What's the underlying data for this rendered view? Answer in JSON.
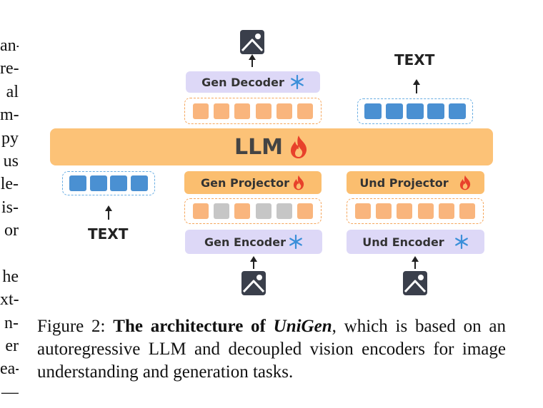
{
  "left_column_fragments": [
    "an-",
    "re-",
    "al",
    "m-",
    "py",
    "us",
    "le-",
    "is-",
    "or",
    "",
    "he",
    "xt-",
    "n-",
    "er",
    "ea-",
    "—"
  ],
  "figure": {
    "llm_label": "LLM",
    "gen_decoder_label": "Gen Decoder",
    "gen_projector_label": "Gen Projector",
    "und_projector_label": "Und Projector",
    "gen_encoder_label": "Gen Encoder",
    "und_encoder_label": "Und Encoder",
    "text_output_label": "TEXT",
    "text_input_label": "TEXT",
    "gen_decoder_tokens": [
      "orange",
      "orange",
      "orange",
      "orange",
      "orange",
      "orange"
    ],
    "text_output_tokens": [
      "blue",
      "blue",
      "blue",
      "blue",
      "blue"
    ],
    "text_input_tokens": [
      "blue",
      "blue",
      "blue",
      "blue"
    ],
    "gen_projector_tokens": [
      "orange",
      "gray",
      "orange",
      "gray",
      "gray",
      "orange"
    ],
    "und_projector_tokens": [
      "orange",
      "orange",
      "orange",
      "orange",
      "orange",
      "orange"
    ],
    "icons": {
      "frozen": "snowflake-icon",
      "trainable": "fire-icon",
      "image": "image-icon"
    },
    "colors": {
      "llm": "#fcc277",
      "projector": "#fbbe6f",
      "encoder_decoder": "#ddd8f7",
      "token_orange": "#f9b57d",
      "token_gray": "#c6c6c6",
      "token_blue": "#4a90d2",
      "snowflake": "#3b8fd9",
      "fire": "#e8412b"
    }
  },
  "caption": {
    "prefix": "Figure 2: ",
    "bold": "The architecture of ",
    "bold_italic": "UniGen",
    "rest": ", which is based on an autoregressive LLM and decoupled vision encoders for image understanding and generation tasks."
  }
}
